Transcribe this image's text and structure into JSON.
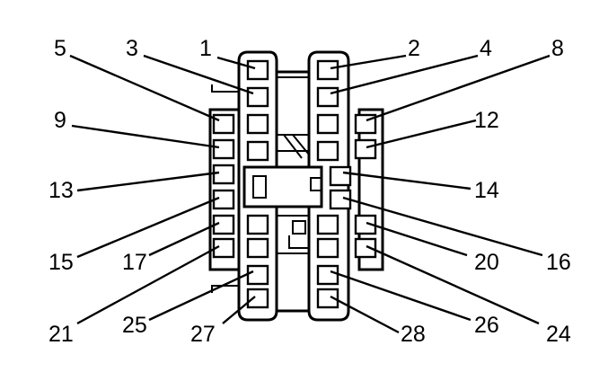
{
  "connector": {
    "pins": [
      {
        "id": "pin-1",
        "label": "1"
      },
      {
        "id": "pin-2",
        "label": "2"
      },
      {
        "id": "pin-3",
        "label": "3"
      },
      {
        "id": "pin-4",
        "label": "4"
      },
      {
        "id": "pin-5",
        "label": "5"
      },
      {
        "id": "pin-8",
        "label": "8"
      },
      {
        "id": "pin-9",
        "label": "9"
      },
      {
        "id": "pin-12",
        "label": "12"
      },
      {
        "id": "pin-13",
        "label": "13"
      },
      {
        "id": "pin-14",
        "label": "14"
      },
      {
        "id": "pin-15",
        "label": "15"
      },
      {
        "id": "pin-16",
        "label": "16"
      },
      {
        "id": "pin-17",
        "label": "17"
      },
      {
        "id": "pin-20",
        "label": "20"
      },
      {
        "id": "pin-21",
        "label": "21"
      },
      {
        "id": "pin-24",
        "label": "24"
      },
      {
        "id": "pin-25",
        "label": "25"
      },
      {
        "id": "pin-26",
        "label": "26"
      },
      {
        "id": "pin-27",
        "label": "27"
      },
      {
        "id": "pin-28",
        "label": "28"
      }
    ]
  }
}
